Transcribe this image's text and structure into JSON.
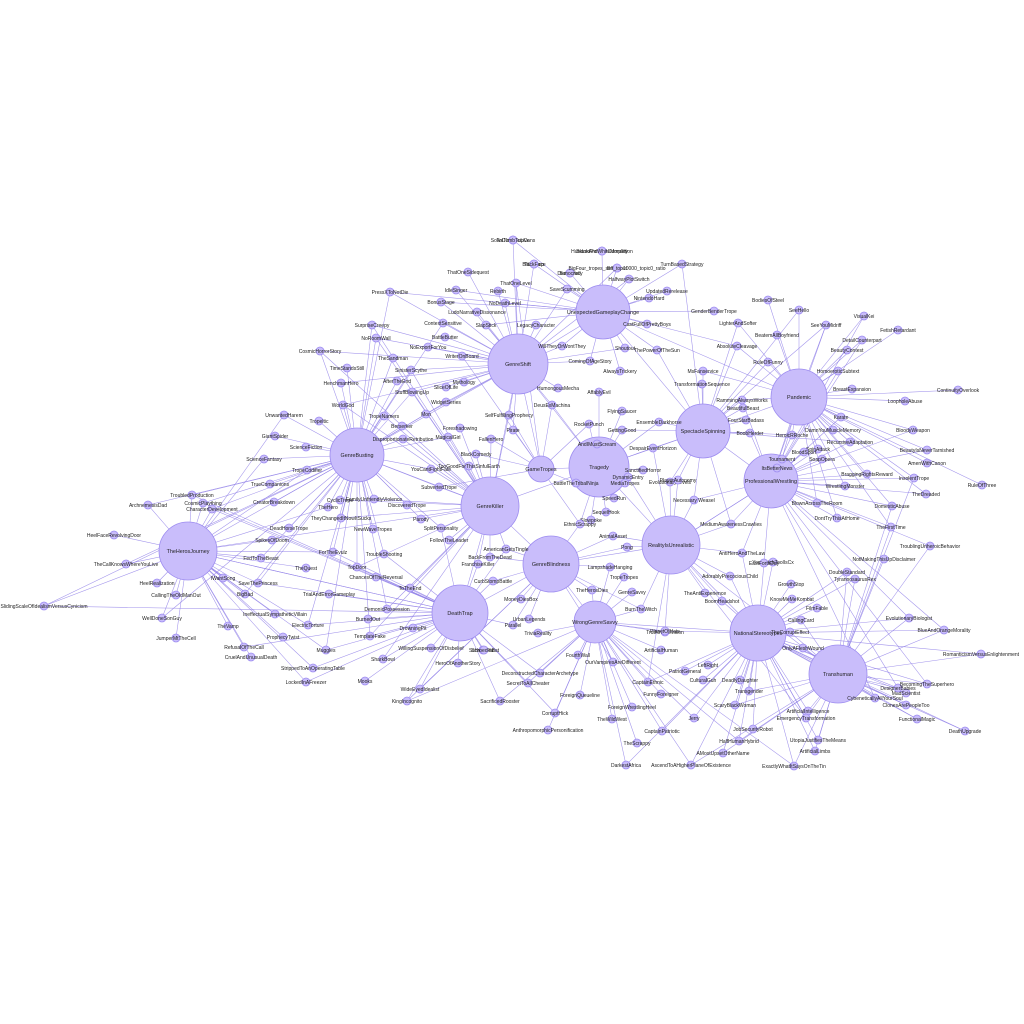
{
  "graph": {
    "hubs": [
      "GenreShift",
      "UnexpectedGameplayChange",
      "GenreBusting",
      "Tragedy",
      "SpectacleSpinning",
      "Pandemic",
      "ProfessionalWrestling",
      "GenreKiller",
      "GameTropes",
      "TheHerosJourney",
      "GenreBlindness",
      "RealityIsUnrealistic",
      "DeathTrap",
      "WrongGenreSavvy",
      "NationalStereotypes",
      "Transhuman"
    ],
    "labels": [
      "SolveTheSoupCans",
      "TitleDrop",
      "HundredPercentCompletion",
      "BulletHell",
      "Breakout",
      "TurnBasedStrategy",
      "ThatOneSidequest",
      "ThatOneLevel",
      "SaveScumming",
      "HalfwayPlotSwitch",
      "UpdatedRerelease",
      "PressXToNotDie",
      "IdleSinger",
      "Rebirth",
      "NoDeathLevel",
      "NintendoHard",
      "BonusStage",
      "LudoNarrativeDissonance",
      "ContextSensitive",
      "SlapStick",
      "LegacyCharacter",
      "CastFullOfPrettyBoys",
      "SurpriseCreepy",
      "NoRoomWall",
      "NoExportForYou",
      "ThePowerOfTheSun",
      "CosmicHorrorStory",
      "BattleButter",
      "WriterOnBoard",
      "WillTheyOrWontThey",
      "Shoutout",
      "TheSandman",
      "AlwaysTrickery",
      "SinisterScythe",
      "ComingOfAgeStory",
      "TimeStandsStill",
      "HenchmanHero",
      "AfterTheEnd",
      "Mythology",
      "StuffBlowingUp",
      "HumongousMecha",
      "AffablyEvil",
      "TransformationSequence",
      "WorldGod",
      "SliceOfLife",
      "DeusExMachina",
      "WidgetSeries",
      "FlyingSaucer",
      "TropeNamers",
      "Mon",
      "UnwantedHarem",
      "EnsembleDarkhorse",
      "Tropeltic",
      "Berserker",
      "RocketPunch",
      "GiantSpider",
      "Foreshadowing",
      "Pirate",
      "FallenHero",
      "GettingGood",
      "DespairEventHorizon",
      "ScienceFiction",
      "DisproportionateRetribution",
      "MagicalGirl",
      "BlackComedy",
      "SelfFulfillingProphecy",
      "ScienceFantasy",
      "YouCantFightFate",
      "TooGoodForThisSinfulEarth",
      "SanctifiedHorror",
      "TropeCodifier",
      "TrueCompanions",
      "AndIMustScream",
      "EvolutionaryLevels",
      "SubvertedTrope",
      "TroubledProduction",
      "CosmicPlaything",
      "CharacterDevelopment",
      "CyclicTrope",
      "FamilyUnfriendlyViolence",
      "ArchnemesisDad",
      "CreatorBreakdown",
      "DiscoveredTrope",
      "DeadHorseTrope",
      "HeelFaceRevolvingDoor",
      "TheHero",
      "TheyChangedItNowItSucks",
      "Parody",
      "NewWaveTropes",
      "SplitPersonality",
      "SpikesOfDoom",
      "FollowTheLeader",
      "TheCallKnowsWhereYouLive",
      "FedToTheBeast",
      "TheQuest",
      "ForTheEvulz",
      "BackFromTheDead",
      "AmericanGetsTingle",
      "FranchiseKiller",
      "TroubleShooting",
      "IWantSong",
      "SaveThePrincess",
      "TopDoor",
      "ChancesOfTheReversal",
      "HeelRealization",
      "CallingTheOldManOut",
      "ToTheEnd",
      "CurbStompBattle",
      "BigBad",
      "DemonicPossession",
      "MoneyDiesBox",
      "SlidingScaleOfIdealismVersusCynicism",
      "IneffectualSympatheticVillain",
      "TrialAndErrorGameplay",
      "BurnedOut",
      "DrowningPit",
      "WellDoneSonGuy",
      "ElectricTorture",
      "TemplateFake",
      "SchoolFlat",
      "Parallel",
      "TheVamp",
      "JumperMtTheCell",
      "RefusalOfTheCall",
      "ProphecyTwist",
      "TruthInTelevision",
      "UrbanLegends",
      "TriviaReality",
      "Muggles",
      "CruelAndUnusualDeath",
      "WillingSuspensionOfDisbelief",
      "FourthWall",
      "StrippedToAnOperatingTable",
      "SchroedinBat",
      "OurVampiresAreDifferent",
      "HeroOfAnotherStory",
      "LockedInAFreezer",
      "SharkBowl",
      "Mooks",
      "DeconstructedCharacterArchetype",
      "WideEyedIdealist",
      "SecretToAllCheater",
      "ForeignQueueline",
      "KingIncognito",
      "SacrificedRooster",
      "CorruptHick",
      "AnthropomorphicPersonification",
      "TheWildWest",
      "ForeignWrestlingHeel",
      "CaptainEthnic",
      "FunnyForeigner",
      "PatriotGeneral",
      "CulturalGuh",
      "LeftRight",
      "DeadlyDaughter",
      "Transgender",
      "ScaryBlackWoman",
      "TheScrappy",
      "DarkestAfrica",
      "AscendToAHigherPlaneOfExistence",
      "Jerry",
      "CaptainPatriotic",
      "JobSecurityRobot",
      "HalfHumanHybrid",
      "AMostUpsetOtherName",
      "ArtificialIntelligence",
      "EmergencyTransformation",
      "UtopiaJustifiesTheMeans",
      "ArtificialLimbs",
      "ExactlyWhatItSaysOnTheTin",
      "CybeneticallyAllYourSoul",
      "ClonesArePeopleToo",
      "MadScientist",
      "FunctionalMagic",
      "DesignerBabies",
      "BecomingTheSuperhero",
      "DeathUpgrade",
      "BlueAndOrangeMorality",
      "RomanticismVersusEnlightenment",
      "EvolutionaryBiologist",
      "TroublingUnheroicBehavior",
      "NotMakingThisUpDisclaimer",
      "TheFirstTime",
      "TyrannosaurusRex",
      "DoubleStandard",
      "BlownAcrossTheRoom",
      "DontTryThisAtHome",
      "DomesticAbuse",
      "WrestlingMonster",
      "BraggingRightsReward",
      "InsolentTrope",
      "TheDreaded",
      "RuleOfThree",
      "AmenWithCanon",
      "BeautyIsNeverTarnished",
      "RecursiveAdaptation",
      "BloodyWeapon",
      "DamnYouMuscleMemory",
      "Karate",
      "LoopholeAbuse",
      "ContinuityOverlook",
      "HomoeroticSubtext",
      "BeautyContest",
      "BreastExpansion",
      "SeeYouMidriff",
      "DetailCounterpart",
      "FetishRetardant",
      "VisualKei",
      "BodiesOfSteel",
      "SeeHello",
      "GenderBenderTrope",
      "LighterAndSofter",
      "BeatemAllBoyfriend",
      "AbsoluteCleavage",
      "RuleOfFunny",
      "MsFanservice",
      "RammingAlwaysWorks",
      "BeautifulBeast",
      "FourStarBadass",
      "BoobHerder",
      "HeroicRRoche",
      "SpinAttack",
      "SoapOpera",
      "BloodSport",
      "Tournament",
      "ItsBetterNews",
      "DynamicEntry",
      "BattleTheTribalNinja",
      "SequelHook",
      "SpeedRun",
      "Slowpoke",
      "AnimalAsset",
      "Pong",
      "PlayerAutonomy",
      "Necessary Weasel",
      "MediaTropes",
      "LampshadeHanging",
      "TropeTropes",
      "TheHerosDies",
      "GenreSavvy",
      "TheAntiExperience",
      "AdorablyPrecociousChild",
      "AntiHeroAndTheLaw",
      "YouWatchToolIsCx",
      "EastFortsDay",
      "GrowthStop",
      "KnowMeMeKombat",
      "FilmFable",
      "CallingCard",
      "TheCorruptEffect",
      "OnlyAFleshWound",
      "BoomHeadshot",
      "BurnTheWitch",
      "PlanetOfHats",
      "ArtificialHuman",
      "EthnicScrappy",
      "MediumAwarenessCrawlies",
      "ToDumbToLive",
      "BlackFace",
      "BlackAndWhiteMorality",
      "Democracy",
      "BigFour_tropes_self_top10000_topic0_ratio"
    ]
  }
}
